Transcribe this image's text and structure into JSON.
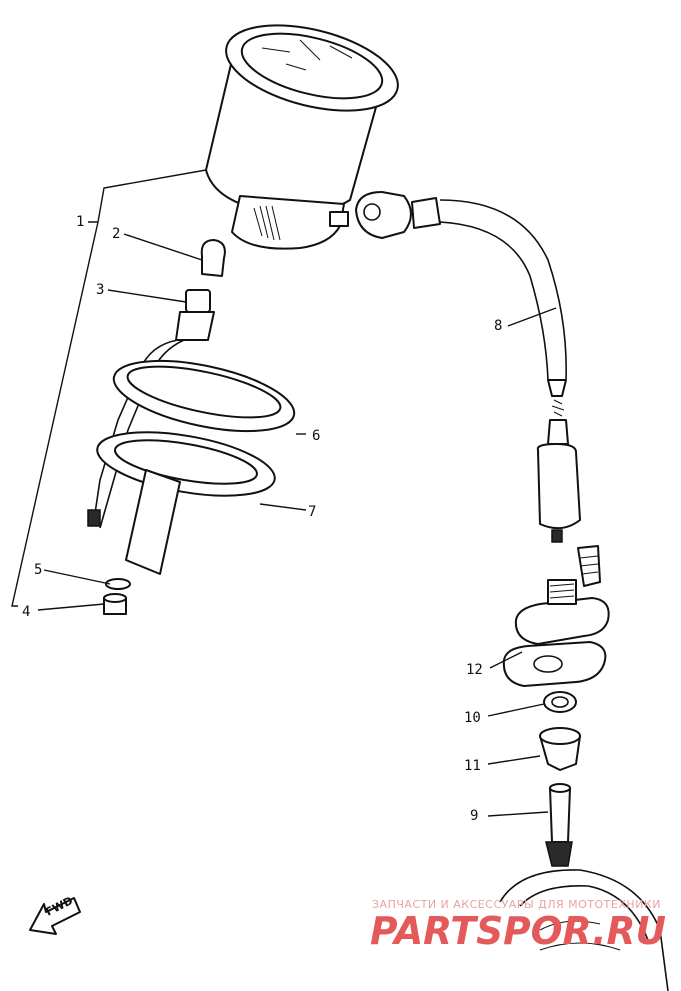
{
  "callouts": {
    "c1": "1",
    "c2": "2",
    "c3": "3",
    "c4": "4",
    "c5": "5",
    "c6": "6",
    "c7": "7",
    "c8": "8",
    "c9": "9",
    "c10": "10",
    "c11": "11",
    "c12": "12"
  },
  "direction_label": "FWD",
  "watermark": {
    "tagline": "ЗАПЧАСТИ И АКСЕССУАРЫ ДЛЯ МОТОТЕХНИКИ",
    "logo": "PARTSPOR.RU"
  },
  "colors": {
    "ink": "#111111",
    "watermark_red": "#e45a5a",
    "watermark_light": "#e7a3a3"
  }
}
